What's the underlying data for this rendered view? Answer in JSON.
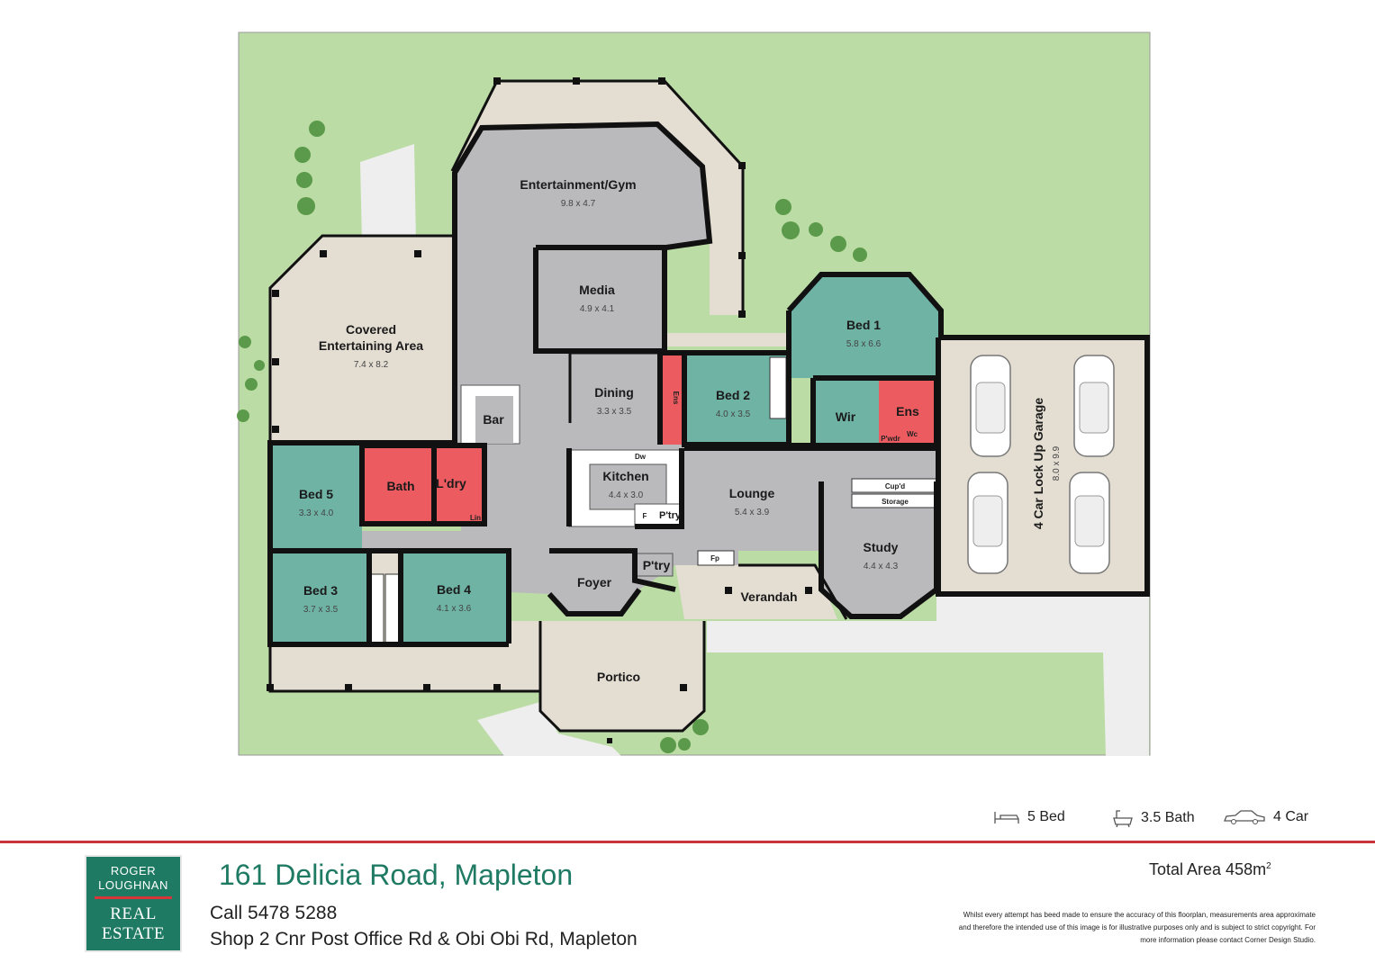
{
  "rooms": {
    "ent_gym": {
      "name": "Entertainment/Gym",
      "dim": "9.8 x 4.7"
    },
    "media": {
      "name": "Media",
      "dim": "4.9 x 4.1"
    },
    "covered_1": "Covered",
    "covered_2": "Entertaining Area",
    "covered_dim": "7.4 x 8.2",
    "bed1": {
      "name": "Bed 1",
      "dim": "5.8 x 6.6"
    },
    "bed2": {
      "name": "Bed 2",
      "dim": "4.0 x 3.5"
    },
    "dining": {
      "name": "Dining",
      "dim": "3.3 x 3.5"
    },
    "bar": "Bar",
    "ens_a": "Ens",
    "ens_b": "Ens",
    "wir": "Wir",
    "pwdr": "P'wdr",
    "wc": "Wc",
    "garage": {
      "name": "4 Car Lock Up Garage",
      "dim": "8.0 x 9.9"
    },
    "bed5": {
      "name": "Bed 5",
      "dim": "3.3 x 4.0"
    },
    "bath": "Bath",
    "ldry": "L'dry",
    "lin": "Lin",
    "kitchen": {
      "name": "Kitchen",
      "dim": "4.4 x 3.0"
    },
    "dw": "Dw",
    "fridge": "F",
    "ptry_a": "P'try",
    "ptry_b": "P'try",
    "lounge": {
      "name": "Lounge",
      "dim": "5.4 x 3.9"
    },
    "cupd": "Cup'd",
    "storage": "Storage",
    "study": {
      "name": "Study",
      "dim": "4.4 x 4.3"
    },
    "bed3": {
      "name": "Bed 3",
      "dim": "3.7 x 3.5"
    },
    "bed4": {
      "name": "Bed 4",
      "dim": "4.1 x 3.6"
    },
    "foyer": "Foyer",
    "fp": "Fp",
    "verandah": "Verandah",
    "portico": "Portico"
  },
  "features": {
    "bed": "5 Bed",
    "bath": "3.5 Bath",
    "car": "4 Car"
  },
  "footer": {
    "logo_line1": "ROGER",
    "logo_line2": "LOUGHNAN",
    "logo_line3": "REAL",
    "logo_line4": "ESTATE",
    "address": "161 Delicia Road, Mapleton",
    "call": "Call 5478 5288",
    "shop": "Shop 2 Cnr Post Office Rd & Obi Obi Rd, Mapleton",
    "total_area": "Total  Area 458m",
    "area_sup": "2",
    "disclaimer_1": "Whilst every attempt has beed made to ensure the accuracy of this floorplan, measurements area approximate",
    "disclaimer_2": "and therefore the intended use of this image is for illustrative purposes only and is subject to strict copyright. For",
    "disclaimer_3": "more information please contact Corner Design Studio."
  },
  "colors": {
    "lawn": "#bcdca6",
    "living": "#bababc",
    "outdoor": "#e3ddd2",
    "bedroom": "#6fb3a5",
    "wet": "#ec5b60",
    "brand": "#1f7a63",
    "rule": "#c8343a"
  }
}
